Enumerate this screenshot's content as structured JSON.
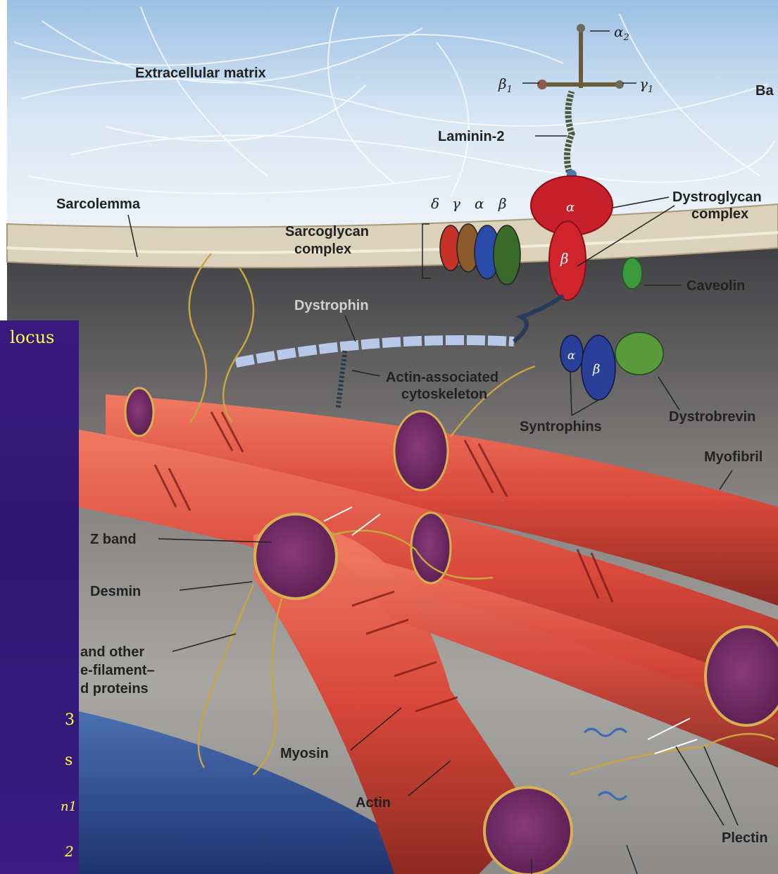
{
  "labels": {
    "extracellular_matrix": "Extracellular matrix",
    "laminin": "Laminin-2",
    "alpha2": "α",
    "alpha2_sub": "2",
    "beta1": "β",
    "beta1_sub": "1",
    "gamma1": "γ",
    "gamma1_sub": "1",
    "ba_cut": "Ba",
    "sarcolemma": "Sarcolemma",
    "sarcoglycan_l1": "Sarcoglycan",
    "sarcoglycan_l2": "complex",
    "dystroglycan_l1": "Dystroglycan",
    "dystroglycan_l2": "complex",
    "caveolin": "Caveolin",
    "dystrophin": "Dystrophin",
    "actin_assoc_l1": "Actin-associated",
    "actin_assoc_l2": "cytoskeleton",
    "syntrophins": "Syntrophins",
    "dystrobrevin": "Dystrobrevin",
    "myofibril": "Myofibril",
    "z_band": "Z band",
    "desmin": "Desmin",
    "other_l1": "and other",
    "other_l2": "e-filament–",
    "other_l3": "d proteins",
    "myosin": "Myosin",
    "actin": "Actin",
    "plectin": "Plectin"
  },
  "greek": {
    "sg_delta": "δ",
    "sg_gamma": "γ",
    "sg_alpha": "α",
    "sg_beta": "β",
    "dg_alpha": "α",
    "dg_beta": "β",
    "syn_alpha": "α",
    "syn_beta": "β"
  },
  "overlay_slide": {
    "title_fragment": "locus",
    "item_1": "3",
    "item_2": "s",
    "item_3": "n1",
    "item_4": "2"
  },
  "colors": {
    "matrix": "#c8dcef",
    "membrane": "#d8c8a0",
    "muscle_fiber": "#d9483a",
    "dystroglycan": "#c8202a",
    "syntrophin": "#2a3f9a",
    "dystrobrevin": "#5a9a3a",
    "slide_bg": "#321878",
    "slide_text": "#ffff44"
  }
}
